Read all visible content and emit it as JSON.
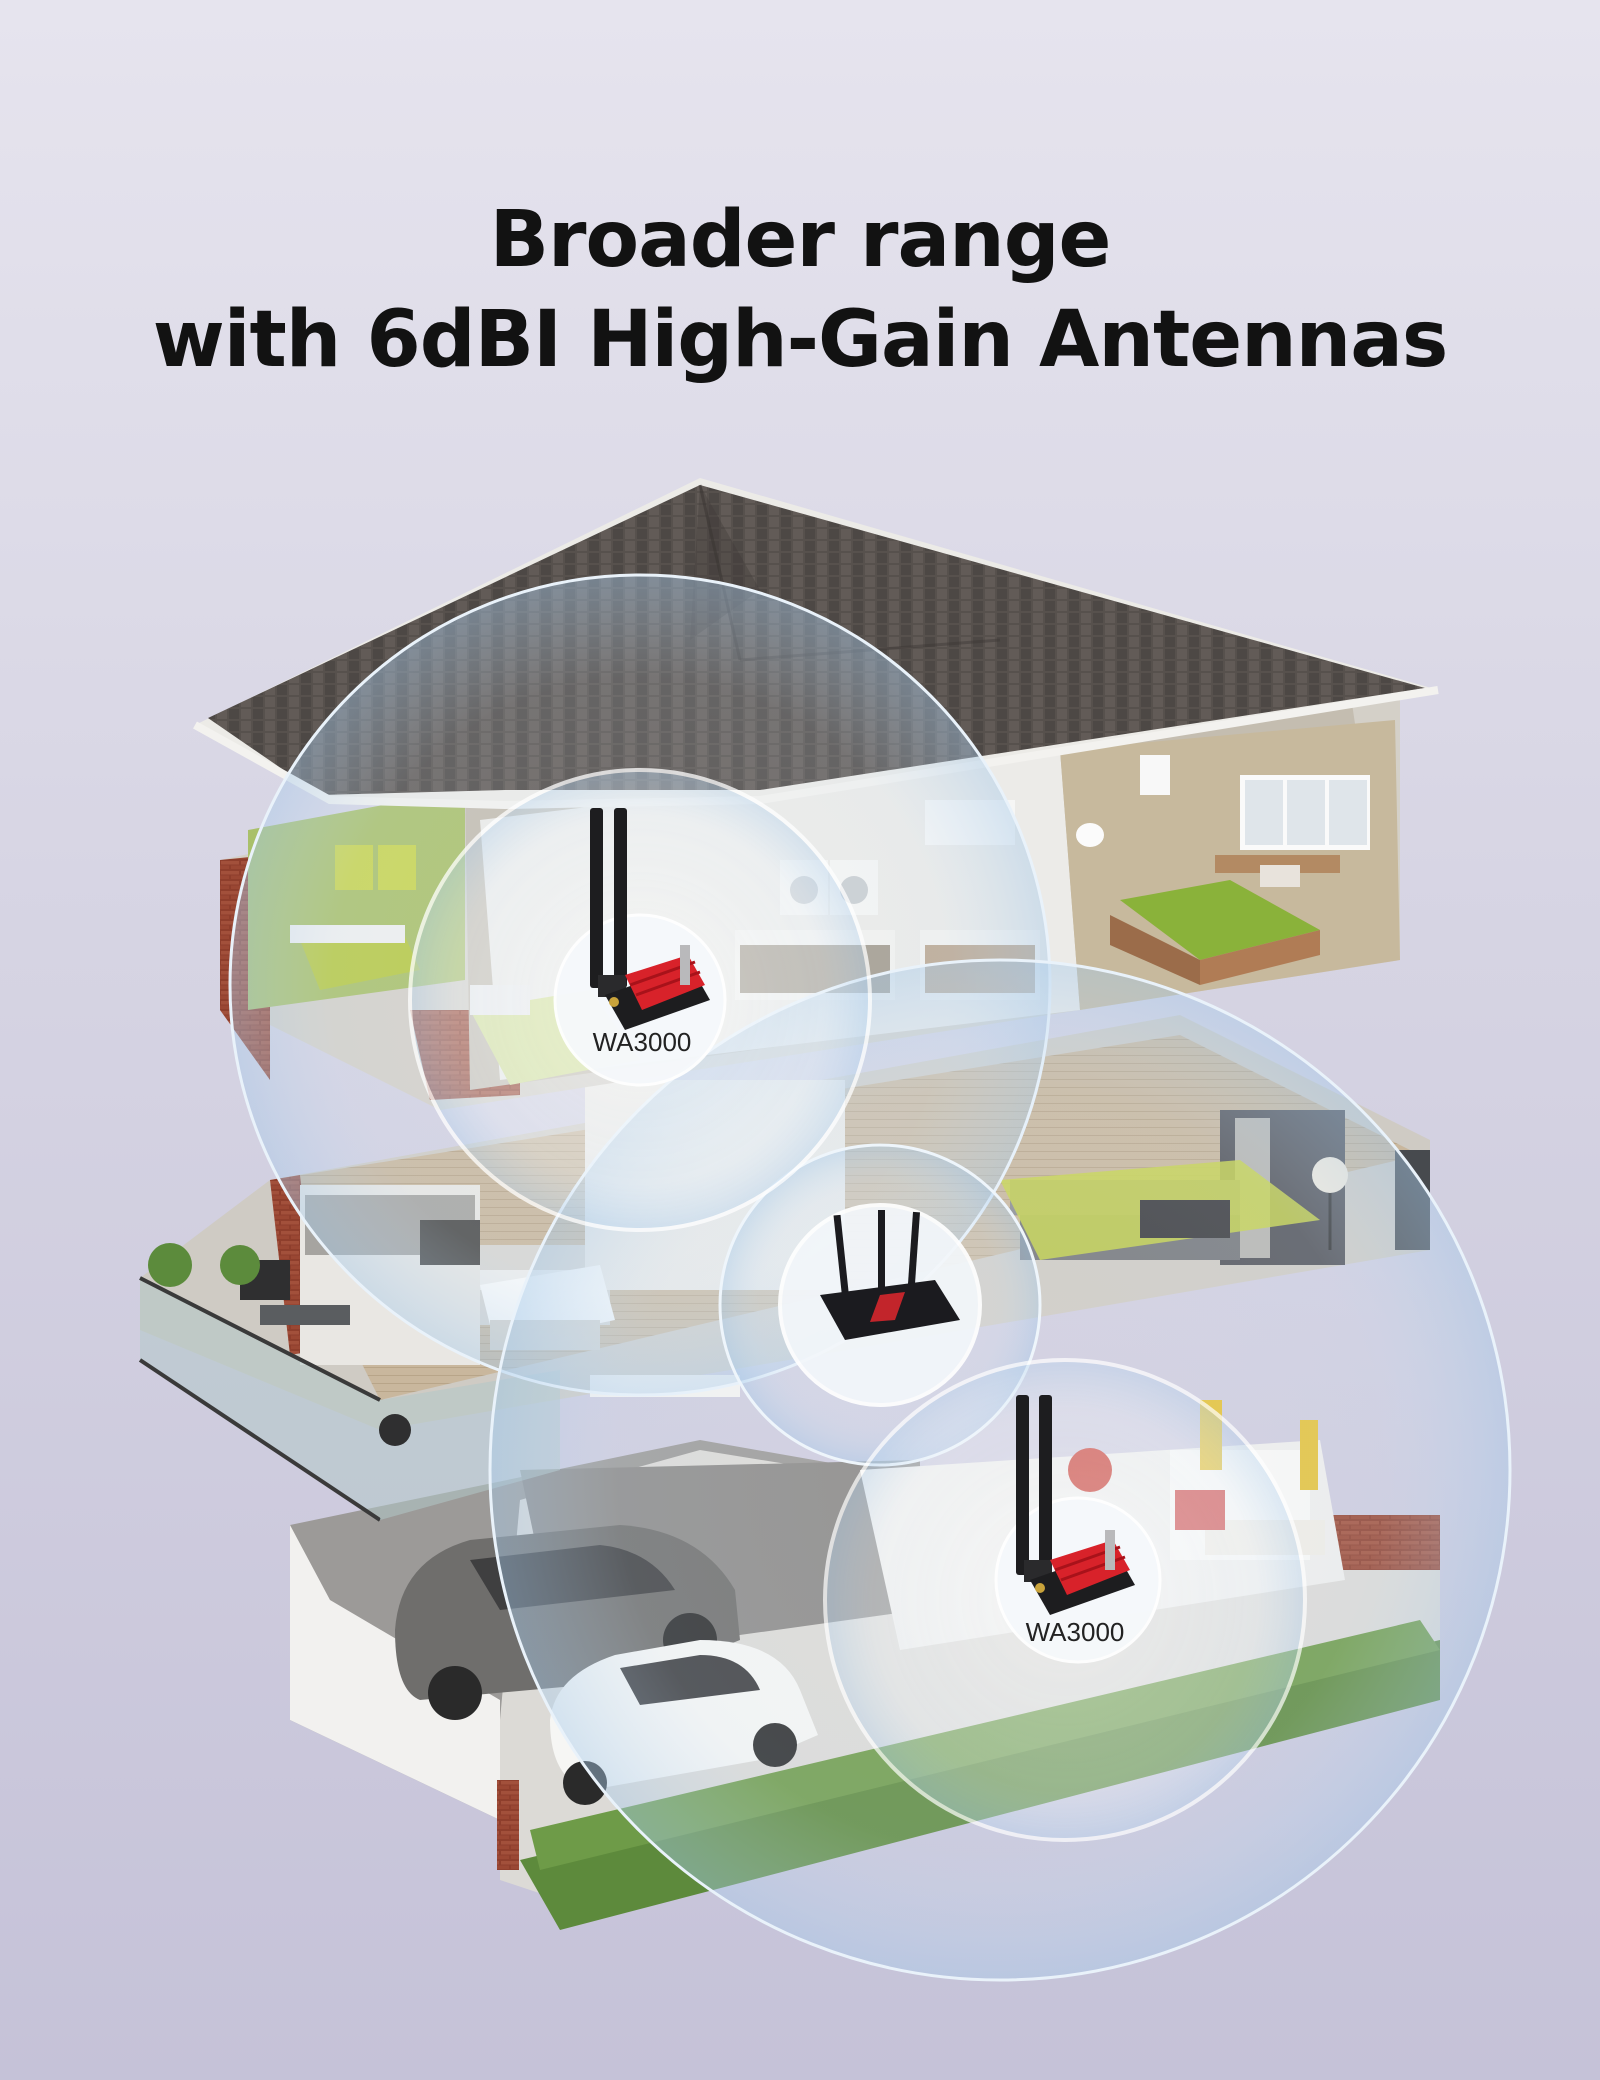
{
  "headline": {
    "line1": "Broader range",
    "line2": "with 6dBI High-Gain Antennas"
  },
  "devices": {
    "top_card_label": "WA3000",
    "bottom_card_label": "WA3000"
  },
  "colors": {
    "background_top": "#e6e4ee",
    "background_bottom": "#c5c2d8",
    "roof": "#5a5450",
    "card_red": "#d8222a",
    "router_black": "#1b1b1f",
    "signal_bubble": "#bcd8f0"
  }
}
